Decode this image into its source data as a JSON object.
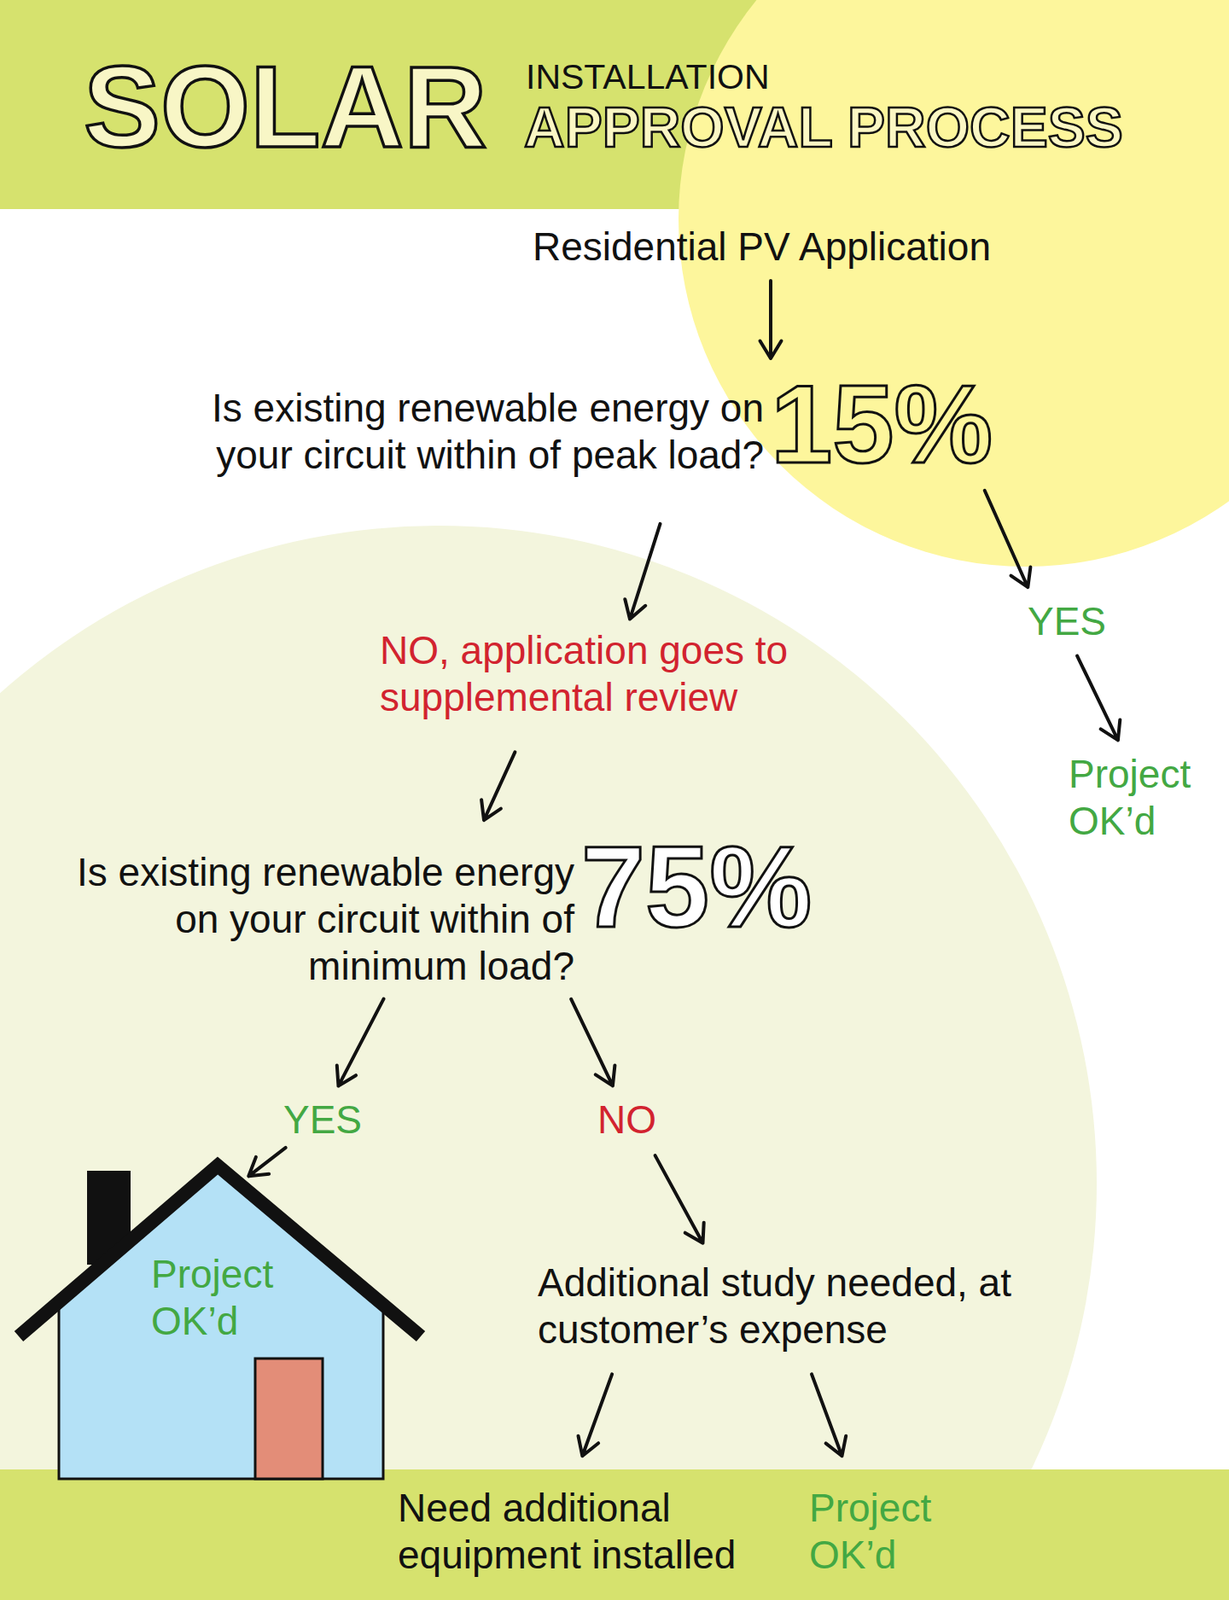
{
  "diagram": {
    "title": "SOLAR",
    "nodes": [
      {
        "text": [
          "Residential PV Application"
        ]
      },
      {
        "text": [
          "Is existing renewable energy on your circuit within of peak load?",
          "15%"
        ]
      },
      {
        "text": [
          "YES"
        ]
      },
      {
        "text": [
          "Project OK’d"
        ]
      },
      {
        "text": [
          "NO, application goes to supplemental review"
        ]
      },
      {
        "text": [
          "Is existing renewable energy on your circuit within of minimum load?",
          "75%"
        ]
      },
      {
        "text": [
          "YES"
        ]
      },
      {
        "text": [
          "Project OK’d"
        ]
      },
      {
        "text": [
          "NO"
        ]
      },
      {
        "text": [
          "Additional study needed, at customer’s expense"
        ]
      },
      {
        "text": [
          "Need additional equipment installed"
        ]
      },
      {
        "text": [
          "Project OK’d"
        ]
      }
    ],
    "edges": [
      {
        "from": 0,
        "to": 1,
        "arrow": "to"
      },
      {
        "from": 1,
        "to": 2,
        "arrow": "to"
      },
      {
        "from": 2,
        "to": 3,
        "arrow": "to"
      },
      {
        "from": 1,
        "to": 4,
        "arrow": "to"
      },
      {
        "from": 4,
        "to": 5,
        "arrow": "to"
      },
      {
        "from": 5,
        "to": 6,
        "arrow": "to"
      },
      {
        "from": 6,
        "to": 7,
        "arrow": "to"
      },
      {
        "from": 5,
        "to": 8,
        "arrow": "to"
      },
      {
        "from": 8,
        "to": 9,
        "arrow": "to"
      },
      {
        "from": 9,
        "to": 10,
        "arrow": "to"
      },
      {
        "from": 9,
        "to": 11,
        "arrow": "to"
      }
    ],
    "labels": [
      "INSTALLATION",
      "APPROVAL PROCESS"
    ]
  }
}
